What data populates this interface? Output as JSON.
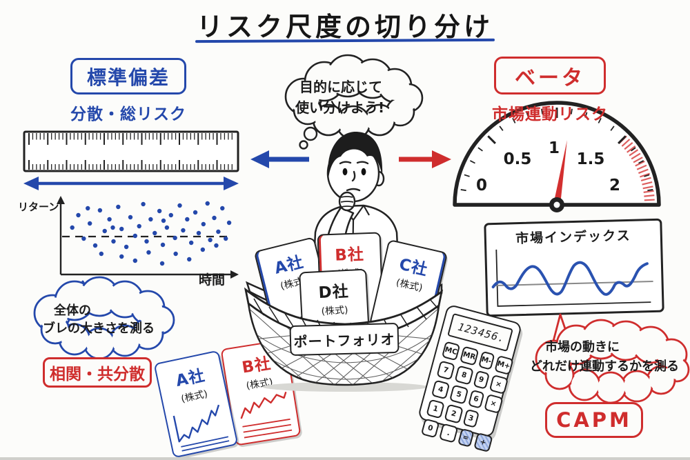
{
  "title": {
    "text": "リスク尺度の切り分け"
  },
  "colors": {
    "blue": "#2448ab",
    "red": "#cf2d2d",
    "ink": "#222222"
  },
  "left": {
    "heading": "標準偏差",
    "subheading": "分散・総リスク",
    "scatter": {
      "ylabel": "リターン",
      "xlabel": "時間",
      "dots": [
        [
          15,
          40
        ],
        [
          24,
          22
        ],
        [
          32,
          56
        ],
        [
          41,
          34
        ],
        [
          49,
          66
        ],
        [
          56,
          15
        ],
        [
          63,
          45
        ],
        [
          70,
          28
        ],
        [
          76,
          60
        ],
        [
          83,
          10
        ],
        [
          88,
          42
        ],
        [
          95,
          68
        ],
        [
          101,
          25
        ],
        [
          108,
          52
        ],
        [
          114,
          38
        ],
        [
          120,
          6
        ],
        [
          125,
          60
        ],
        [
          131,
          28
        ],
        [
          137,
          48
        ],
        [
          144,
          16
        ],
        [
          149,
          65
        ],
        [
          155,
          40
        ],
        [
          161,
          22
        ],
        [
          167,
          55
        ],
        [
          174,
          8
        ],
        [
          179,
          44
        ],
        [
          185,
          28
        ],
        [
          191,
          62
        ],
        [
          197,
          18
        ],
        [
          202,
          48
        ],
        [
          209,
          35
        ],
        [
          215,
          5
        ],
        [
          219,
          58
        ],
        [
          225,
          26
        ],
        [
          231,
          46
        ],
        [
          237,
          12
        ],
        [
          242,
          56
        ],
        [
          247,
          33
        ],
        [
          58,
          78
        ],
        [
          88,
          82
        ],
        [
          128,
          76
        ],
        [
          168,
          78
        ],
        [
          208,
          72
        ],
        [
          108,
          88
        ],
        [
          148,
          92
        ],
        [
          188,
          86
        ],
        [
          228,
          66
        ],
        [
          38,
          12
        ],
        [
          150,
          30
        ],
        [
          75,
          40
        ]
      ]
    },
    "cloud_line1": "全体の",
    "cloud_line2": "ブレの大きさを測る",
    "badge": "相関・共分散",
    "card_a": {
      "title": "A社",
      "subtitle": "(株式)"
    },
    "card_b": {
      "title": "B社",
      "subtitle": "(株式)"
    }
  },
  "center": {
    "thought_line1": "目的に応じて",
    "thought_line2": "使い分けよう!",
    "basket_label": "ポートフォリオ",
    "cards": [
      {
        "title": "A社",
        "subtitle": "(株式)"
      },
      {
        "title": "B社",
        "subtitle": "(株式)"
      },
      {
        "title": "C社",
        "subtitle": "(株式)"
      },
      {
        "title": "D社",
        "subtitle": "(株式)"
      }
    ]
  },
  "right": {
    "heading": "ベータ",
    "subheading": "市場連動リスク",
    "gauge": {
      "min": 0,
      "max": 2,
      "tick_labels": [
        "0",
        "0.5",
        "1",
        "1.5",
        "2"
      ],
      "needle_value": 1.1,
      "red_zone": [
        1.5,
        2
      ]
    },
    "chart_title": "市場インデックス",
    "cloud_line1": "市場の動きに",
    "cloud_line2": "どれだけ連動するかを測る",
    "badge": "CAPM"
  },
  "calculator": {
    "display": "123456.",
    "buttons": [
      "MC",
      "MR",
      "M-",
      "M+",
      "7",
      "8",
      "9",
      "×",
      "4",
      "5",
      "6",
      "×",
      "1",
      "2",
      "3",
      "",
      "0",
      ".",
      "=",
      "+"
    ],
    "accent_buttons": [
      18,
      19
    ]
  }
}
